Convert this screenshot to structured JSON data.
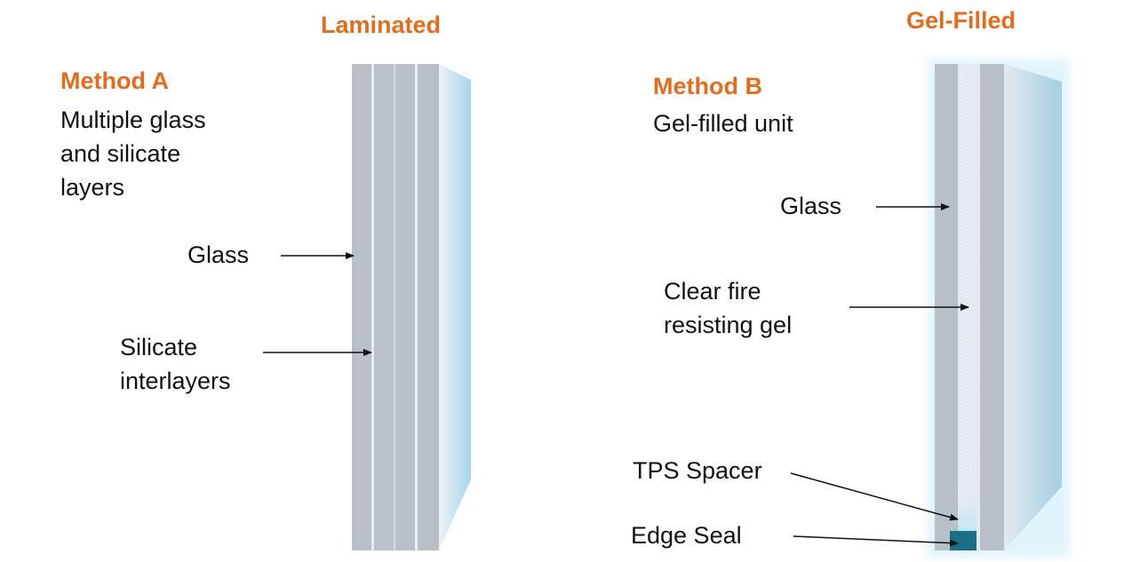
{
  "method_a": {
    "type_title": "Laminated",
    "method_label": "Method A",
    "description": [
      "Multiple glass",
      "and silicate",
      "layers"
    ],
    "labels": {
      "glass": "Glass",
      "interlayer_line1": "Silicate",
      "interlayer_line2": "interlayers"
    }
  },
  "method_b": {
    "type_title": "Gel-Filled",
    "method_label": "Method B",
    "description": [
      "Gel-filled unit"
    ],
    "labels": {
      "glass": "Glass",
      "gel_line1": "Clear fire",
      "gel_line2": "resisting gel",
      "spacer": "TPS Spacer",
      "seal": "Edge Seal"
    }
  },
  "colors": {
    "accent_orange": "#e36c1d",
    "glass_gray": "#b9c0c7",
    "glass_edge_light": "#e6edf2",
    "glass_face_blue": "#a9d6ea",
    "edge_seal": "#1a6e85"
  }
}
